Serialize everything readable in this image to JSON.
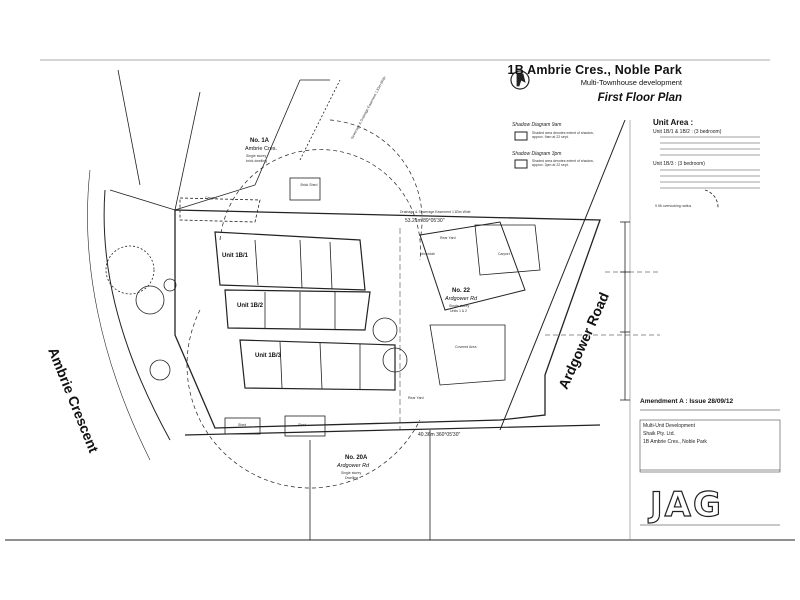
{
  "title_block": {
    "title": "1B Ambrie Cres., Noble Park",
    "subtitle": "Multi-Townhouse development",
    "plan_name": "First Floor Plan"
  },
  "unit_area": {
    "heading": "Unit Area :",
    "group1": "Unit 1B/1 & 1B/2 : (3 bedroom)",
    "group2": "Unit 1B/3 : (3 bedroom)",
    "note": "9.96 overlooking radius"
  },
  "legend": {
    "item1": "Shadow Diagram 9am",
    "item2": "Shadow Diagram 3pm",
    "item1_note": "Shaded area denotes extent of shadow, approx. 9am at 22 sept.",
    "item2_note": "Shaded area denotes extent of shadow, approx. 3pm at 22 sept."
  },
  "roads": {
    "ambrie": "Ambrie Crescent",
    "ardgower": "Ardgower Road"
  },
  "neighbours": {
    "n1a": [
      "No. 1A",
      "Ambrie Cres.",
      "Single storey",
      "brick dwelling"
    ],
    "n22": [
      "No. 22",
      "Ardgower Rd",
      "Single storey",
      "Units 1 & 2"
    ],
    "n20a": [
      "No. 20A",
      "Ardgower Rd",
      "Single storey",
      "Dwelling"
    ]
  },
  "units": {
    "u1": "Unit 1B/1",
    "u2": "Unit 1B/2",
    "u3": "Unit 1B/3"
  },
  "site_labels": {
    "easement": "Drainage & Sewerage Easement 1.83m Wide",
    "north_boundary": "53.21m  89°05'30\"",
    "south_boundary": "40.36m  360°05'30\"",
    "carport_top": "Carport",
    "carport_right": "Carport",
    "brick_shed": "Brick Shed",
    "rear_yard": "Rear Yard",
    "verandah": "Verandah",
    "covered_area": "Covered Area",
    "shed1": "Shed",
    "shed2": "Shed",
    "rear_yard2": "Rear Yard",
    "sewer": "Sewerage & Drainage Easement 1.83m Wide"
  },
  "amendment": {
    "heading": "Amendment A : Issue 28/09/12"
  },
  "project": {
    "client": "Shaik Pty. Ltd.",
    "address": "1B Ambrie Cres., Noble Park",
    "type": "Multi-Unit Development"
  },
  "logo_text": "JAG"
}
